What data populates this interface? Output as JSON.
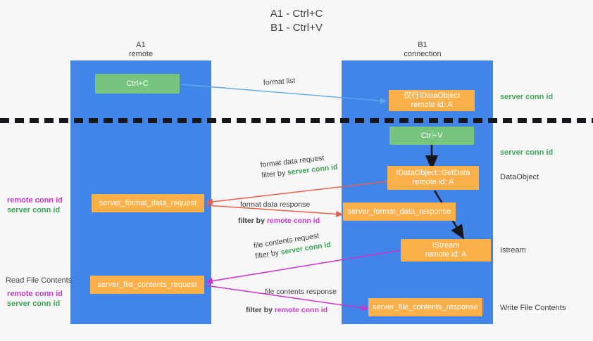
{
  "diagram": {
    "title": "A1 - Ctrl+C\nB1 - Ctrl+V",
    "columns": [
      {
        "id": "a1",
        "name": "A1",
        "sub": "remote"
      },
      {
        "id": "b1",
        "name": "B1",
        "sub": "connection"
      }
    ],
    "nodes": [
      {
        "id": "ctrl-c",
        "line1": "Ctrl+C",
        "line2": "",
        "color": "green"
      },
      {
        "id": "idataobject-top",
        "line1": "仅行IDataObject",
        "line2": "remote id: A",
        "color": "orange"
      },
      {
        "id": "ctrl-v",
        "line1": "Ctrl+V",
        "line2": "",
        "color": "green"
      },
      {
        "id": "idataobject-get",
        "line1": "IDataObject::GetData",
        "line2": "remote id: A",
        "color": "orange"
      },
      {
        "id": "fmt-data-request",
        "line1": "server_format_data_request",
        "line2": "",
        "color": "orange"
      },
      {
        "id": "fmt-data-response",
        "line1": "server_format_data_response",
        "line2": "",
        "color": "orange"
      },
      {
        "id": "istream",
        "line1": "IStream",
        "line2": "remote id: A",
        "color": "orange"
      },
      {
        "id": "file-req",
        "line1": "server_file_contents_request",
        "line2": "",
        "color": "orange"
      },
      {
        "id": "file-resp",
        "line1": "server_file_contents_response",
        "line2": "",
        "color": "orange"
      }
    ],
    "edge_captions": {
      "format_list": "format list",
      "fmt_req_line1": "format data request",
      "fmt_req_filter_prefix": "filter by ",
      "fmt_req_filter_key": "server conn id",
      "fmt_resp_line1": "format data response",
      "fmt_resp_filter_prefix": "filter by ",
      "fmt_resp_filter_key": "remote conn id",
      "file_req_line1": "file contents request",
      "file_req_filter_prefix": "filter by ",
      "file_req_filter_key": "server conn id",
      "file_resp_line1": "file contents response",
      "file_resp_filter_prefix": "filter by ",
      "file_resp_filter_key": "remote conn id"
    },
    "right_labels": {
      "server_conn_id_1": "server conn id",
      "server_conn_id_2": "server conn id",
      "dataobject": "DataObject",
      "istream": "Istream",
      "write_file_contents": "Write File Contents"
    },
    "left_labels": {
      "remote_conn_id_1": "remote conn id",
      "server_conn_id_1": "server conn id",
      "read_file_contents": "Read File Contents",
      "remote_conn_id_2": "remote conn id",
      "server_conn_id_2": "server conn id"
    },
    "colors": {
      "lane": "#4285e8",
      "green_node": "#76c47d",
      "orange_node": "#fcb04a",
      "green_text": "#3aa655",
      "magenta_text": "#c738c7",
      "arrow_red": "#e8604d",
      "arrow_magenta": "#cc33cc",
      "arrow_blue": "#5aa9e8",
      "arrow_black": "#16181c",
      "background": "#f7f7f7"
    }
  }
}
